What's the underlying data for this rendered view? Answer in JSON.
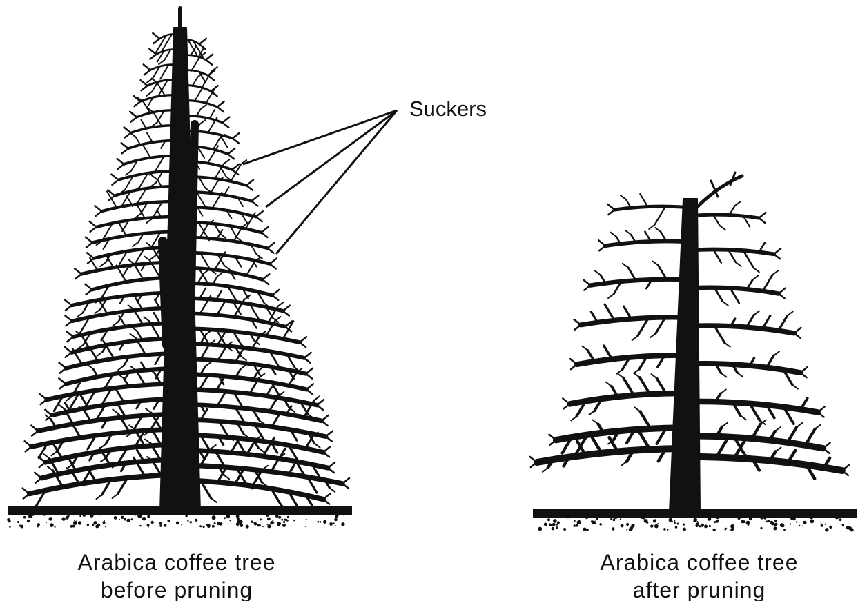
{
  "callout": {
    "label": "Suckers"
  },
  "trees": [
    {
      "caption_line1": "Arabica  coffee  tree",
      "caption_line2": "before pruning"
    },
    {
      "caption_line1": "Arabica  coffee  tree",
      "caption_line2": "after  pruning"
    }
  ],
  "colors": {
    "ink": "#111111",
    "background": "#ffffff"
  }
}
